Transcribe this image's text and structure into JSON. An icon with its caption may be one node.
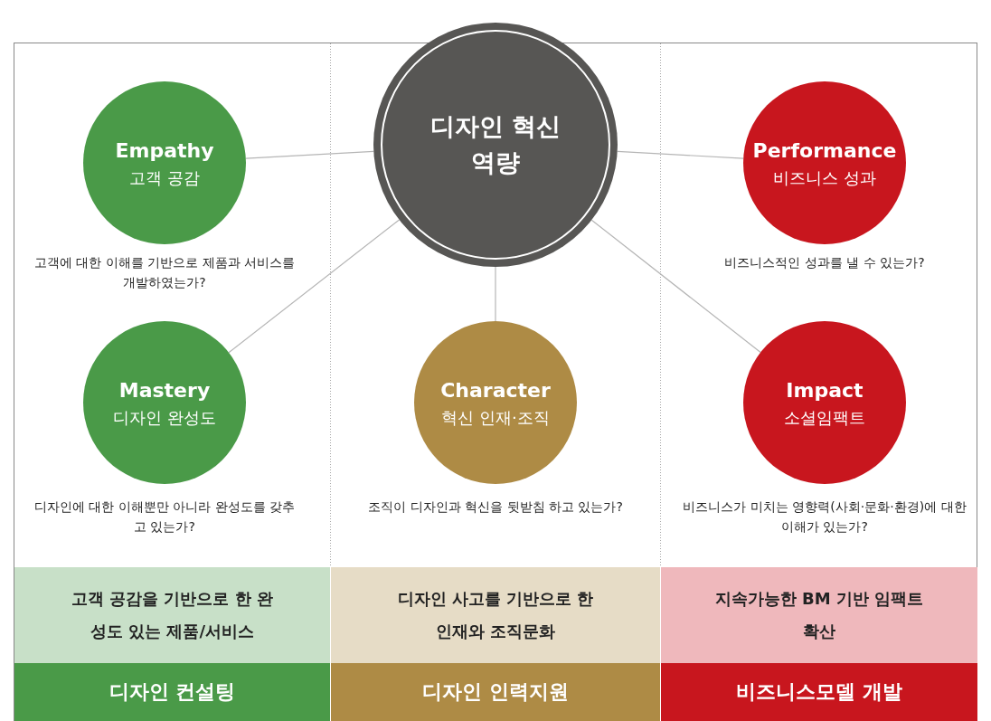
{
  "diagram": {
    "nodes": [
      {
        "text": [
          "디자인 혁신역량"
        ]
      },
      {
        "text": [
          "Empathy",
          "고객 공감"
        ],
        "beside": [
          "고객에 대한 이해를 기반으로 제품과 서비스를 개발하였는가?"
        ]
      },
      {
        "text": [
          "Performance",
          "비즈니스 성과"
        ],
        "beside": [
          "비즈니스적인 성과를 낼 수 있는가?"
        ]
      },
      {
        "text": [
          "Mastery",
          "디자인 완성도"
        ],
        "beside": [
          "디자인에 대한 이해뿐만 아니라 완성도를 갖추고 있는가?"
        ]
      },
      {
        "text": [
          "Character",
          "혁신 인재·조직"
        ],
        "beside": [
          "조직이 디자인과 혁신을 뒷받침 하고 있는가?"
        ]
      },
      {
        "text": [
          "Impact",
          "소셜임팩트"
        ],
        "beside": [
          "비즈니스가 미치는 영향력(사회·문화·환경)에 대한 이해가 있는가?"
        ]
      },
      {
        "text": [
          "고객 공감을 기반으로 한 완성도 있는 제품/서비스"
        ]
      },
      {
        "text": [
          "디자인 사고를 기반으로 한 인재와 조직문화"
        ]
      },
      {
        "text": [
          "지속가능한 BM 기반 임팩트 확산"
        ]
      },
      {
        "text": [
          "디자인 컨설팅"
        ]
      },
      {
        "text": [
          "디자인 인력지원"
        ]
      },
      {
        "text": [
          "비즈니스모델 개발"
        ]
      }
    ],
    "edges": [
      {
        "from": 0,
        "to": 1,
        "arrow": "none"
      },
      {
        "from": 0,
        "to": 2,
        "arrow": "none"
      },
      {
        "from": 0,
        "to": 3,
        "arrow": "none"
      },
      {
        "from": 0,
        "to": 4,
        "arrow": "none"
      },
      {
        "from": 0,
        "to": 5,
        "arrow": "none"
      }
    ]
  }
}
